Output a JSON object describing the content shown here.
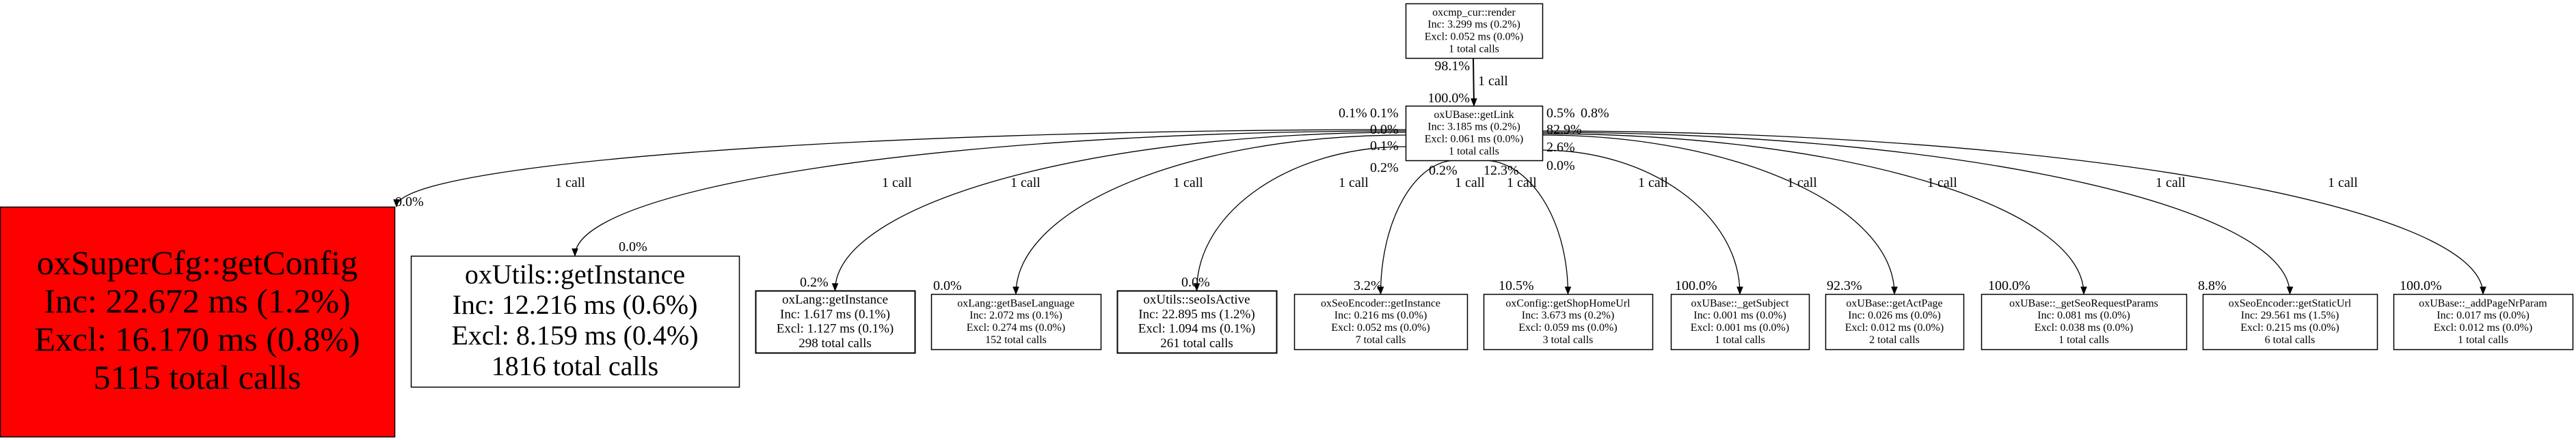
{
  "nodes": [
    {
      "id": "render",
      "lines": [
        "oxcmp_cur::render",
        "Inc: 3.299 ms (0.2%)",
        "Excl: 0.052 ms (0.0%)",
        "1 total calls"
      ],
      "fill": "#ffffff"
    },
    {
      "id": "getLink",
      "lines": [
        "oxUBase::getLink",
        "Inc: 3.185 ms (0.2%)",
        "Excl: 0.061 ms (0.0%)",
        "1 total calls"
      ],
      "fill": "#ffffff"
    },
    {
      "id": "getConfig",
      "lines": [
        "oxSuperCfg::getConfig",
        "Inc: 22.672 ms (1.2%)",
        "Excl: 16.170 ms (0.8%)",
        "5115 total calls"
      ],
      "fill": "#ff0000"
    },
    {
      "id": "utilsGetInstance",
      "lines": [
        "oxUtils::getInstance",
        "Inc: 12.216 ms (0.6%)",
        "Excl: 8.159 ms (0.4%)",
        "1816 total calls"
      ],
      "fill": "#ffffff"
    },
    {
      "id": "langGetInstance",
      "lines": [
        "oxLang::getInstance",
        "Inc: 1.617 ms (0.1%)",
        "Excl: 1.127 ms (0.1%)",
        "298 total calls"
      ],
      "fill": "#ffffff"
    },
    {
      "id": "getBaseLanguage",
      "lines": [
        "oxLang::getBaseLanguage",
        "Inc: 2.072 ms (0.1%)",
        "Excl: 0.274 ms (0.0%)",
        "152 total calls"
      ],
      "fill": "#ffffff"
    },
    {
      "id": "seoIsActive",
      "lines": [
        "oxUtils::seoIsActive",
        "Inc: 22.895 ms (1.2%)",
        "Excl: 1.094 ms (0.1%)",
        "261 total calls"
      ],
      "fill": "#ffffff"
    },
    {
      "id": "seoEncGetInstance",
      "lines": [
        "oxSeoEncoder::getInstance",
        "Inc: 0.216 ms (0.0%)",
        "Excl: 0.052 ms (0.0%)",
        "7 total calls"
      ],
      "fill": "#ffffff"
    },
    {
      "id": "getShopHomeUrl",
      "lines": [
        "oxConfig::getShopHomeUrl",
        "Inc: 3.673 ms (0.2%)",
        "Excl: 0.059 ms (0.0%)",
        "3 total calls"
      ],
      "fill": "#ffffff"
    },
    {
      "id": "getSubject",
      "lines": [
        "oxUBase::_getSubject",
        "Inc: 0.001 ms (0.0%)",
        "Excl: 0.001 ms (0.0%)",
        "1 total calls"
      ],
      "fill": "#ffffff"
    },
    {
      "id": "getActPage",
      "lines": [
        "oxUBase::getActPage",
        "Inc: 0.026 ms (0.0%)",
        "Excl: 0.012 ms (0.0%)",
        "2 total calls"
      ],
      "fill": "#ffffff"
    },
    {
      "id": "getSeoRequestParams",
      "lines": [
        "oxUBase::_getSeoRequestParams",
        "Inc: 0.081 ms (0.0%)",
        "Excl: 0.038 ms (0.0%)",
        "1 total calls"
      ],
      "fill": "#ffffff"
    },
    {
      "id": "getStaticUrl",
      "lines": [
        "oxSeoEncoder::getStaticUrl",
        "Inc: 29.561 ms (1.5%)",
        "Excl: 0.215 ms (0.0%)",
        "6 total calls"
      ],
      "fill": "#ffffff"
    },
    {
      "id": "addPageNrParam",
      "lines": [
        "oxUBase::_addPageNrParam",
        "Inc: 0.017 ms (0.0%)",
        "Excl: 0.012 ms (0.0%)",
        "1 total calls"
      ],
      "fill": "#ffffff"
    }
  ],
  "edges": [
    {
      "from": "render",
      "to": "getLink",
      "label": "1 call",
      "tail": "98.1%",
      "head": "100.0%"
    },
    {
      "from": "getLink",
      "to": "getConfig",
      "label": "1 call",
      "tail": "0.1%",
      "head": "0.0%"
    },
    {
      "from": "getLink",
      "to": "utilsGetInstance",
      "label": "1 call",
      "tail": "0.1%",
      "head": "0.0%"
    },
    {
      "from": "getLink",
      "to": "langGetInstance",
      "label": "1 call",
      "tail": "0.0%",
      "head": "0.2%"
    },
    {
      "from": "getLink",
      "to": "getBaseLanguage",
      "label": "1 call",
      "tail": "0.1%",
      "head": "0.0%"
    },
    {
      "from": "getLink",
      "to": "seoIsActive",
      "label": "1 call",
      "tail": "0.2%",
      "head": "0.0%"
    },
    {
      "from": "getLink",
      "to": "seoEncGetInstance",
      "label": "1 call",
      "tail": "0.2%",
      "head": "3.2%"
    },
    {
      "from": "getLink",
      "to": "getShopHomeUrl",
      "label": "1 call",
      "tail": "12.3%",
      "head": "10.5%"
    },
    {
      "from": "getLink",
      "to": "getSubject",
      "label": "1 call",
      "tail": "0.0%",
      "head": "100.0%"
    },
    {
      "from": "getLink",
      "to": "getActPage",
      "label": "1 call",
      "tail": "0.5%",
      "head": "92.3%"
    },
    {
      "from": "getLink",
      "to": "getSeoRequestParams",
      "label": "1 call",
      "tail": "2.6%",
      "head": "100.0%"
    },
    {
      "from": "getLink",
      "to": "getStaticUrl",
      "label": "1 call",
      "tail": "82.9%",
      "head": "8.8%"
    },
    {
      "from": "getLink",
      "to": "addPageNrParam",
      "label": "1 call",
      "tail": "0.8%",
      "head": "100.0%"
    }
  ]
}
